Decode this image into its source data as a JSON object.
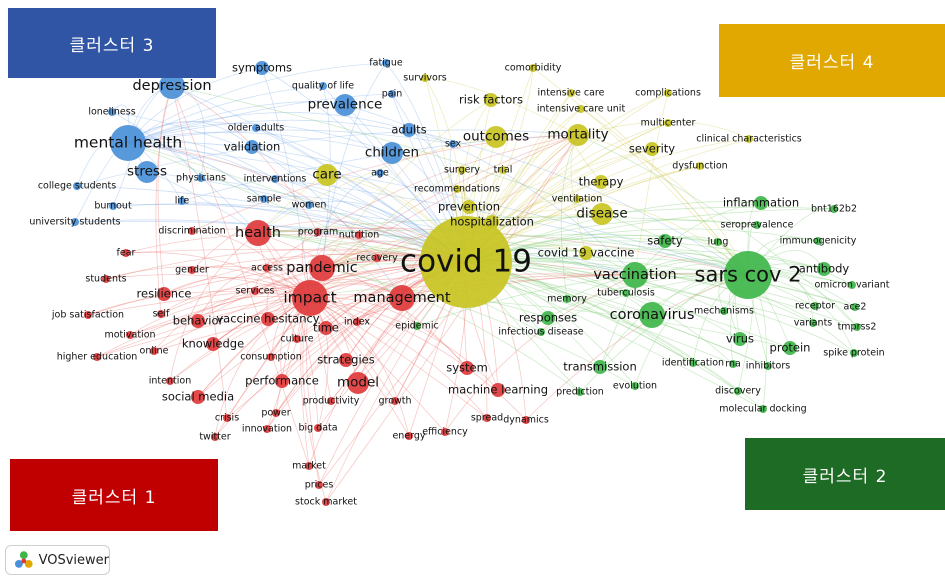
{
  "app": {
    "name": "VOSviewer",
    "logo_icon": "vosviewer-logo-icon"
  },
  "clusters": [
    {
      "id": 1,
      "label": "클러스터 1",
      "color": "#e0393b",
      "box_color": "#c00000"
    },
    {
      "id": 2,
      "label": "클러스터 2",
      "color": "#3fb64a",
      "box_color": "#1e6b25"
    },
    {
      "id": 3,
      "label": "클러스터 3",
      "color": "#4a90d9",
      "box_color": "#2f55a4"
    },
    {
      "id": 4,
      "label": "클러스터 4",
      "color": "#c8c422",
      "box_color": "#e0a800"
    }
  ],
  "terms": [
    {
      "label": "covid 19",
      "cluster": 4,
      "weight": 10
    },
    {
      "label": "sars cov 2",
      "cluster": 2,
      "weight": 7
    },
    {
      "label": "impact",
      "cluster": 1,
      "weight": 6
    },
    {
      "label": "pandemic",
      "cluster": 1,
      "weight": 5
    },
    {
      "label": "health",
      "cluster": 1,
      "weight": 5
    },
    {
      "label": "management",
      "cluster": 1,
      "weight": 5
    },
    {
      "label": "mental health",
      "cluster": 3,
      "weight": 6
    },
    {
      "label": "depression",
      "cluster": 3,
      "weight": 5
    },
    {
      "label": "stress",
      "cluster": 3,
      "weight": 4
    },
    {
      "label": "vaccination",
      "cluster": 2,
      "weight": 5
    },
    {
      "label": "coronavirus",
      "cluster": 2,
      "weight": 5
    },
    {
      "label": "mortality",
      "cluster": 4,
      "weight": 4
    },
    {
      "label": "outcomes",
      "cluster": 4,
      "weight": 4
    },
    {
      "label": "children",
      "cluster": 3,
      "weight": 4
    },
    {
      "label": "prevalence",
      "cluster": 3,
      "weight": 4
    },
    {
      "label": "disease",
      "cluster": 4,
      "weight": 4
    },
    {
      "label": "care",
      "cluster": 4,
      "weight": 4
    },
    {
      "label": "model",
      "cluster": 1,
      "weight": 4
    },
    {
      "label": "risk factors",
      "cluster": 4,
      "weight": 3
    },
    {
      "label": "symptoms",
      "cluster": 3,
      "weight": 3
    },
    {
      "label": "quality of life",
      "cluster": 3,
      "weight": 2
    },
    {
      "label": "loneliness",
      "cluster": 3,
      "weight": 2
    },
    {
      "label": "older adults",
      "cluster": 3,
      "weight": 2
    },
    {
      "label": "validation",
      "cluster": 3,
      "weight": 3
    },
    {
      "label": "adults",
      "cluster": 3,
      "weight": 3
    },
    {
      "label": "college students",
      "cluster": 3,
      "weight": 2
    },
    {
      "label": "burnout",
      "cluster": 3,
      "weight": 2
    },
    {
      "label": "university students",
      "cluster": 3,
      "weight": 2
    },
    {
      "label": "physicians",
      "cluster": 3,
      "weight": 2
    },
    {
      "label": "interventions",
      "cluster": 3,
      "weight": 2
    },
    {
      "label": "life",
      "cluster": 3,
      "weight": 2
    },
    {
      "label": "women",
      "cluster": 3,
      "weight": 2
    },
    {
      "label": "sample",
      "cluster": 3,
      "weight": 2
    },
    {
      "label": "age",
      "cluster": 3,
      "weight": 2
    },
    {
      "label": "fatigue",
      "cluster": 3,
      "weight": 2
    },
    {
      "label": "pain",
      "cluster": 3,
      "weight": 2
    },
    {
      "label": "sex",
      "cluster": 3,
      "weight": 2
    },
    {
      "label": "survivors",
      "cluster": 4,
      "weight": 2
    },
    {
      "label": "comorbidity",
      "cluster": 4,
      "weight": 2
    },
    {
      "label": "intensive care",
      "cluster": 4,
      "weight": 2
    },
    {
      "label": "intensive care unit",
      "cluster": 4,
      "weight": 2
    },
    {
      "label": "complications",
      "cluster": 4,
      "weight": 2
    },
    {
      "label": "multicenter",
      "cluster": 4,
      "weight": 2
    },
    {
      "label": "clinical characteristics",
      "cluster": 4,
      "weight": 2
    },
    {
      "label": "severity",
      "cluster": 4,
      "weight": 3
    },
    {
      "label": "dysfunction",
      "cluster": 4,
      "weight": 2
    },
    {
      "label": "surgery",
      "cluster": 4,
      "weight": 2
    },
    {
      "label": "trial",
      "cluster": 4,
      "weight": 2
    },
    {
      "label": "recommendations",
      "cluster": 4,
      "weight": 2
    },
    {
      "label": "prevention",
      "cluster": 4,
      "weight": 3
    },
    {
      "label": "hospitalization",
      "cluster": 4,
      "weight": 3
    },
    {
      "label": "therapy",
      "cluster": 4,
      "weight": 3
    },
    {
      "label": "ventilation",
      "cluster": 4,
      "weight": 2
    },
    {
      "label": "covid 19 vaccine",
      "cluster": 4,
      "weight": 3
    },
    {
      "label": "safety",
      "cluster": 2,
      "weight": 3
    },
    {
      "label": "inflammation",
      "cluster": 2,
      "weight": 3
    },
    {
      "label": "seroprevalence",
      "cluster": 2,
      "weight": 2
    },
    {
      "label": "bnt162b2",
      "cluster": 2,
      "weight": 2
    },
    {
      "label": "immunogenicity",
      "cluster": 2,
      "weight": 2
    },
    {
      "label": "lung",
      "cluster": 2,
      "weight": 2
    },
    {
      "label": "antibody",
      "cluster": 2,
      "weight": 3
    },
    {
      "label": "omicron variant",
      "cluster": 2,
      "weight": 2
    },
    {
      "label": "receptor",
      "cluster": 2,
      "weight": 2
    },
    {
      "label": "ace2",
      "cluster": 2,
      "weight": 2
    },
    {
      "label": "variants",
      "cluster": 2,
      "weight": 2
    },
    {
      "label": "tmprss2",
      "cluster": 2,
      "weight": 2
    },
    {
      "label": "mechanisms",
      "cluster": 2,
      "weight": 2
    },
    {
      "label": "virus",
      "cluster": 2,
      "weight": 3
    },
    {
      "label": "protein",
      "cluster": 2,
      "weight": 3
    },
    {
      "label": "spike protein",
      "cluster": 2,
      "weight": 2
    },
    {
      "label": "inhibitors",
      "cluster": 2,
      "weight": 2
    },
    {
      "label": "rna",
      "cluster": 2,
      "weight": 2
    },
    {
      "label": "identification",
      "cluster": 2,
      "weight": 2
    },
    {
      "label": "discovery",
      "cluster": 2,
      "weight": 2
    },
    {
      "label": "molecular docking",
      "cluster": 2,
      "weight": 2
    },
    {
      "label": "tuberculosis",
      "cluster": 2,
      "weight": 2
    },
    {
      "label": "memory",
      "cluster": 2,
      "weight": 2
    },
    {
      "label": "responses",
      "cluster": 2,
      "weight": 3
    },
    {
      "label": "infectious disease",
      "cluster": 2,
      "weight": 2
    },
    {
      "label": "transmission",
      "cluster": 2,
      "weight": 3
    },
    {
      "label": "evolution",
      "cluster": 2,
      "weight": 2
    },
    {
      "label": "prediction",
      "cluster": 2,
      "weight": 2
    },
    {
      "label": "epidemic",
      "cluster": 2,
      "weight": 2
    },
    {
      "label": "system",
      "cluster": 1,
      "weight": 3
    },
    {
      "label": "machine learning",
      "cluster": 1,
      "weight": 3
    },
    {
      "label": "spread",
      "cluster": 1,
      "weight": 2
    },
    {
      "label": "dynamics",
      "cluster": 1,
      "weight": 2
    },
    {
      "label": "growth",
      "cluster": 1,
      "weight": 2
    },
    {
      "label": "energy",
      "cluster": 1,
      "weight": 2
    },
    {
      "label": "efficiency",
      "cluster": 1,
      "weight": 2
    },
    {
      "label": "nutrition",
      "cluster": 1,
      "weight": 2
    },
    {
      "label": "recovery",
      "cluster": 1,
      "weight": 2
    },
    {
      "label": "program",
      "cluster": 1,
      "weight": 2
    },
    {
      "label": "discrimination",
      "cluster": 1,
      "weight": 2
    },
    {
      "label": "gender",
      "cluster": 1,
      "weight": 2
    },
    {
      "label": "access",
      "cluster": 1,
      "weight": 2
    },
    {
      "label": "fear",
      "cluster": 1,
      "weight": 2
    },
    {
      "label": "students",
      "cluster": 1,
      "weight": 2
    },
    {
      "label": "resilience",
      "cluster": 1,
      "weight": 3
    },
    {
      "label": "services",
      "cluster": 1,
      "weight": 2
    },
    {
      "label": "self",
      "cluster": 1,
      "weight": 2
    },
    {
      "label": "behavior",
      "cluster": 1,
      "weight": 3
    },
    {
      "label": "vaccine hesitancy",
      "cluster": 1,
      "weight": 3
    },
    {
      "label": "index",
      "cluster": 1,
      "weight": 2
    },
    {
      "label": "time",
      "cluster": 1,
      "weight": 3
    },
    {
      "label": "job satisfaction",
      "cluster": 1,
      "weight": 2
    },
    {
      "label": "motivation",
      "cluster": 1,
      "weight": 2
    },
    {
      "label": "online",
      "cluster": 1,
      "weight": 2
    },
    {
      "label": "knowledge",
      "cluster": 1,
      "weight": 3
    },
    {
      "label": "culture",
      "cluster": 1,
      "weight": 2
    },
    {
      "label": "consumption",
      "cluster": 1,
      "weight": 2
    },
    {
      "label": "strategies",
      "cluster": 1,
      "weight": 3
    },
    {
      "label": "higher education",
      "cluster": 1,
      "weight": 2
    },
    {
      "label": "performance",
      "cluster": 1,
      "weight": 3
    },
    {
      "label": "intention",
      "cluster": 1,
      "weight": 2
    },
    {
      "label": "productivity",
      "cluster": 1,
      "weight": 2
    },
    {
      "label": "social media",
      "cluster": 1,
      "weight": 3
    },
    {
      "label": "power",
      "cluster": 1,
      "weight": 2
    },
    {
      "label": "crisis",
      "cluster": 1,
      "weight": 2
    },
    {
      "label": "innovation",
      "cluster": 1,
      "weight": 2
    },
    {
      "label": "big data",
      "cluster": 1,
      "weight": 2
    },
    {
      "label": "twitter",
      "cluster": 1,
      "weight": 2
    },
    {
      "label": "market",
      "cluster": 1,
      "weight": 2
    },
    {
      "label": "prices",
      "cluster": 1,
      "weight": 2
    },
    {
      "label": "stock market",
      "cluster": 1,
      "weight": 2
    }
  ]
}
